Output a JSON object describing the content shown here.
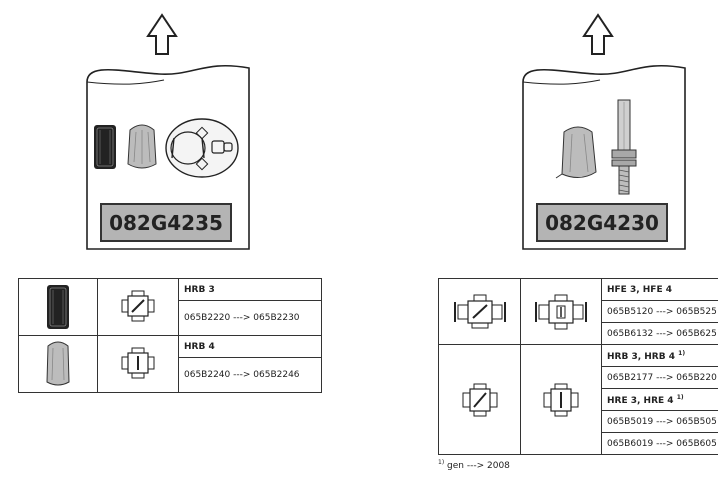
{
  "left_package": {
    "code": "082G4235"
  },
  "right_package": {
    "code": "082G4230"
  },
  "left_table": {
    "rows": [
      {
        "model": "HRB 3",
        "change": "065B2220 ---> 065B2230"
      },
      {
        "model": "HRB 4",
        "change": "065B2240 ---> 065B2246"
      }
    ]
  },
  "right_table": {
    "group1": {
      "model": "HFE 3, HFE 4",
      "changes": [
        "065B5120 ---> 065B525",
        "065B6132 ---> 065B625"
      ]
    },
    "group2": {
      "model_a": "HRB 3, HRB 4",
      "model_a_note": "1)",
      "change_a": "065B2177 ---> 065B220",
      "model_b": "HRE 3, HRE 4",
      "model_b_note": "1)",
      "changes_b": [
        "065B5019 ---> 065B505",
        "065B6019 ---> 065B605"
      ]
    }
  },
  "footnote": {
    "marker": "1)",
    "text": "gen ---> 2008"
  }
}
